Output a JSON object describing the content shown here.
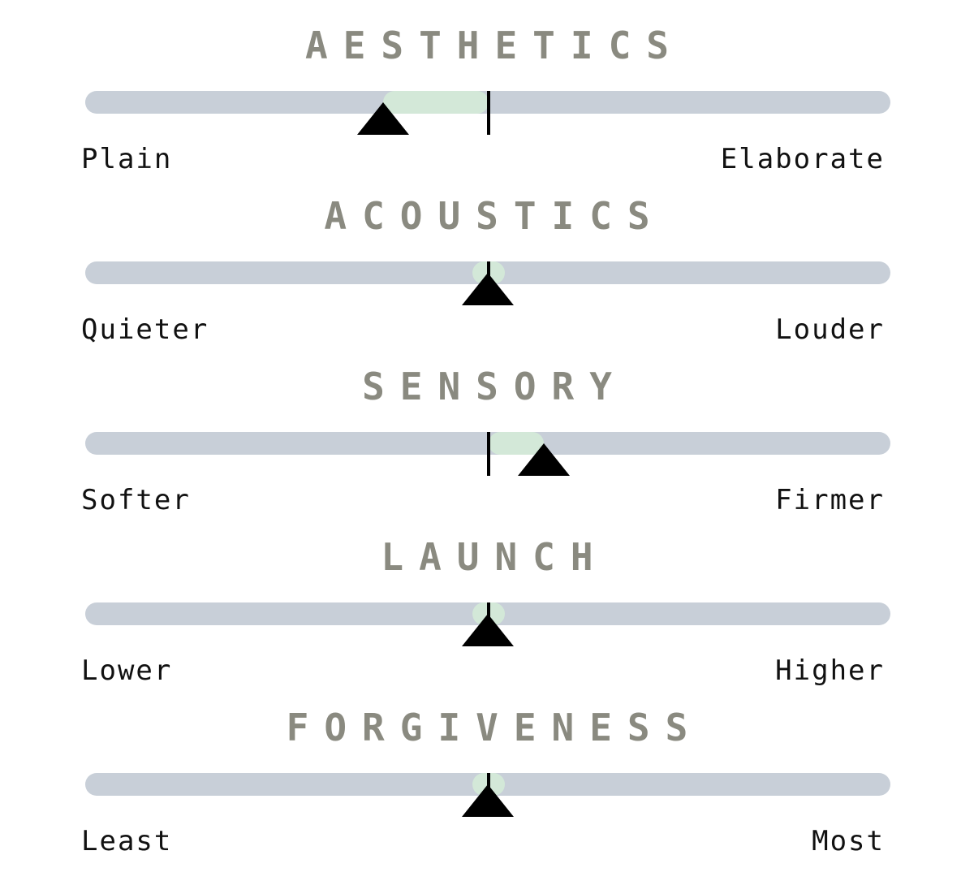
{
  "scales": [
    {
      "title": "AESTHETICS",
      "left_label": "Plain",
      "right_label": "Elaborate",
      "value": 0.37
    },
    {
      "title": "ACOUSTICS",
      "left_label": "Quieter",
      "right_label": "Louder",
      "value": 0.5
    },
    {
      "title": "SENSORY",
      "left_label": "Softer",
      "right_label": "Firmer",
      "value": 0.57
    },
    {
      "title": "LAUNCH",
      "left_label": "Lower",
      "right_label": "Higher",
      "value": 0.5
    },
    {
      "title": "FORGIVENESS",
      "left_label": "Least",
      "right_label": "Most",
      "value": 0.5
    }
  ],
  "colors": {
    "title": "#8a8a80",
    "track": "#c8cfd8",
    "fill": "#d3e8d8",
    "marker": "#000000",
    "label": "#111111"
  }
}
